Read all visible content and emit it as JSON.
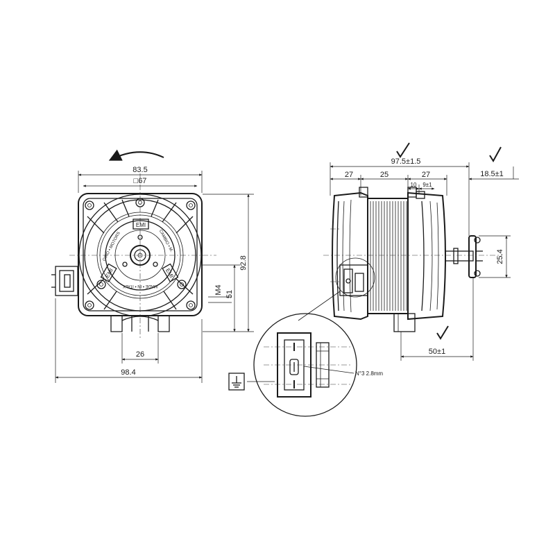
{
  "front_view": {
    "dim_width": "83.5",
    "dim_square": "□67",
    "dim_height": "92.8",
    "dim_thread": "M4",
    "dim_offset": "51",
    "dim_base": "26",
    "dim_overall": "98.4",
    "label_emi_top": "EMI",
    "label_emi_left": "EMI",
    "label_emi_right": "EMI",
    "text_giro": "GIRO • MOTORS",
    "text_cambio": "CAMBIO • M.",
    "text_made": "MADE • IN • ITALY"
  },
  "side_view": {
    "dim_total": "97.5±1.5",
    "dim_seg1": "27",
    "dim_seg2": "25",
    "dim_seg3": "27",
    "dim_sub1": "10",
    "dim_sub2": "9±1",
    "dim_shaft": "18.5±1",
    "dim_flange": "25.4",
    "dim_bottom": "50±1"
  },
  "detail": {
    "connector_label": "N°3 2.8mm"
  }
}
